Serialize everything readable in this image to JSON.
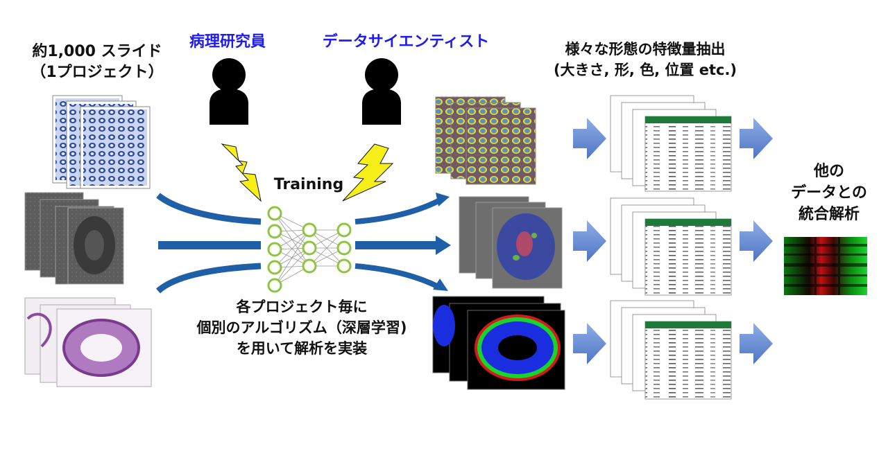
{
  "input": {
    "line1": "約1,000 スライド",
    "line2": "（1プロジェクト）"
  },
  "roles": {
    "pathologist": "病理研究員",
    "data_scientist": "データサイエンティスト"
  },
  "network": {
    "training_label": "Training"
  },
  "method": {
    "line1": "各プロジェクト毎に",
    "line2": "個別のアルゴリズム（深層学習)",
    "line3": "を用いて解析を実装"
  },
  "features": {
    "line1": "様々な形態の特徴量抽出",
    "line2": "(大きさ, 形, 色, 位置 etc.)"
  },
  "integration": {
    "line1": "他の",
    "line2": "データとの",
    "line3": "統合解析"
  },
  "colors": {
    "role_text": "#1c1cf0",
    "arrow_dark": "#1f5fa8",
    "arrow_light": "#6f93d6",
    "node": "#8cc63f",
    "lightning": "#f7ef1a"
  }
}
